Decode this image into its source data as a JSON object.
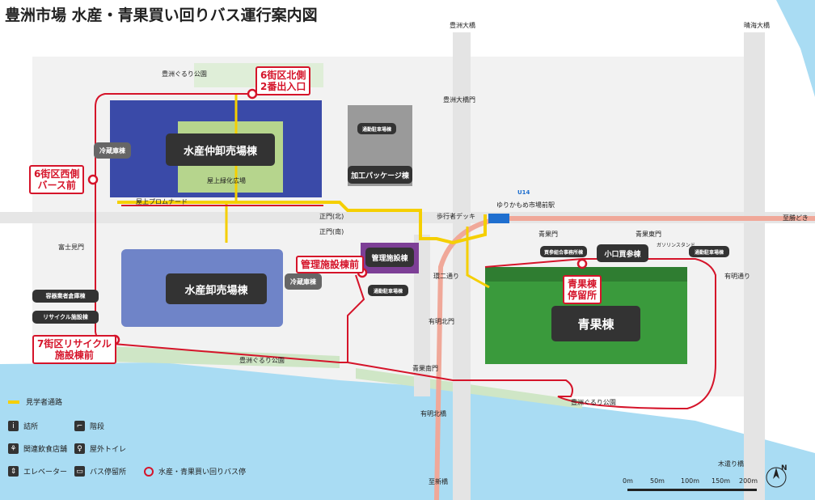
{
  "title": "豊洲市場 水産・青果買い回りバス運行案内図",
  "buildings": {
    "nakaoroshi": "水産仲卸売場棟",
    "oroshiuri": "水産卸売場棟",
    "seika": "青果棟",
    "kanri": "管理施設棟",
    "kakou": "加工パッケージ棟",
    "koguchi": "小口買参棟",
    "reizo1": "冷蔵庫棟",
    "reizo2": "冷蔵庫棟",
    "youki": "容器業者倉庫棟",
    "recycle": "リサイクル施設棟",
    "parking1": "通勤駐車場棟",
    "parking2": "通勤駐車場棟",
    "parking3": "通勤駐車場棟",
    "kaisan": "買参組合事務所棟"
  },
  "bus_stops": {
    "north": "6街区北側\n2番出入口",
    "west": "6街区西側\nバース前",
    "kanri": "管理施設棟前",
    "seika": "青果棟\n停留所",
    "recycle": "7街区リサイクル\n施設棟前"
  },
  "place_labels": {
    "toyosu_bridge": "豊洲大橋",
    "harumi_bridge": "晴海大橋",
    "toyosu_ohashi_gate": "豊洲大橋門",
    "fujimi_gate": "富士見門",
    "seimon_n": "正門(北)",
    "seimon_s": "正門(南)",
    "ariake_n_gate": "有明北門",
    "seika_s_gate": "青果南門",
    "seika_gate": "青果門",
    "seika_e_gate": "青果東門",
    "ariake_kita_bridge": "有明北橋",
    "shiba_bridge": "至新橋",
    "kiso_bridge": "木遣り橋",
    "shiba_kachidoki": "至勝どき",
    "station": "ゆりかもめ市場前駅",
    "deck": "歩行者デッキ",
    "ariake_road": "有明通り",
    "kanjo2": "環二通り",
    "park1": "豊洲ぐるり公園",
    "park2": "豊洲ぐるり公園",
    "park3": "豊洲ぐるり公園",
    "rooftop": "屋上緑化広場",
    "promenade": "屋上プロムナード",
    "gas": "ガソリンスタンド",
    "u14": "U14"
  },
  "legend": {
    "path": "見学者通路",
    "info": "詰所",
    "stairs": "階段",
    "food": "関連飲食店舗",
    "toilet": "屋外トイレ",
    "elevator": "エレベーター",
    "busstop": "バス停留所",
    "route_stop": "水産・青果買い回りバス停"
  },
  "scale": {
    "labels": [
      "0m",
      "50m",
      "100m",
      "150m",
      "200m"
    ],
    "north": "N"
  },
  "colors": {
    "route": "#d5142a",
    "visitor_path": "#f5cf00",
    "water": "#a9dcf3",
    "road": "#e8e8e8",
    "seika_green": "#3a9a3c",
    "nakaoroshi_blue": "#3a4aa8",
    "oroshi_blue": "#6f84c8",
    "kanri_purple": "#7d3f96"
  }
}
